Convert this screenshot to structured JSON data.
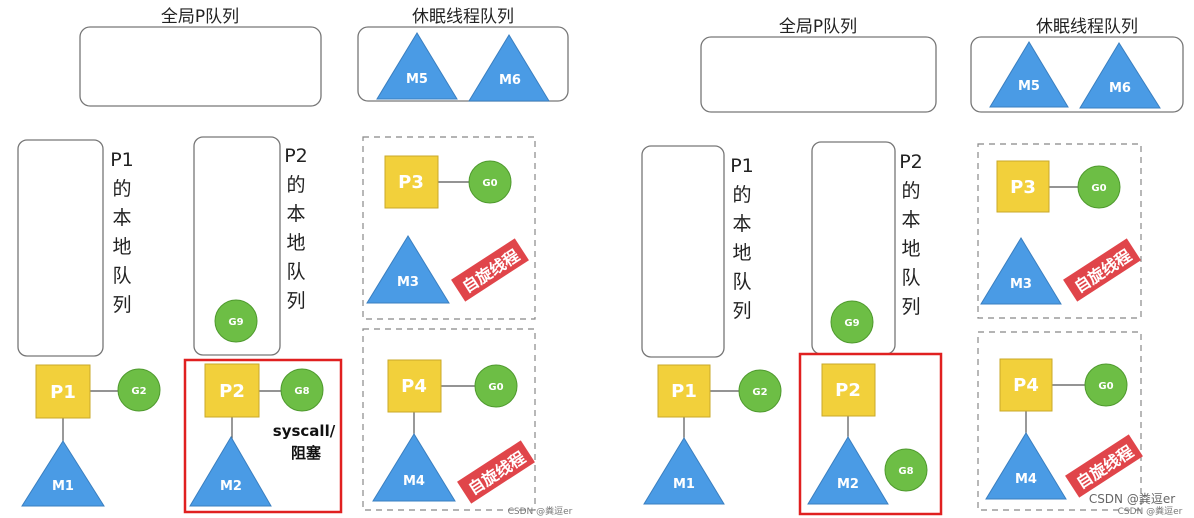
{
  "colors": {
    "p_fill": "#F2D03B",
    "g_fill": "#6DBE45",
    "m_fill": "#4A9BE5",
    "highlight_border": "#E02020",
    "spin_badge": "#E0454A",
    "queue_border": "#888888"
  },
  "left": {
    "global_queue_title": "全局P队列",
    "sleep_queue_title": "休眠线程队列",
    "sleep_threads": [
      "M5",
      "M6"
    ],
    "p1": {
      "name": "P1",
      "g": "G2",
      "m": "M1",
      "local_queue_label": [
        "P1",
        "的",
        "本",
        "地",
        "队",
        "列"
      ]
    },
    "p2": {
      "name": "P2",
      "g": "G8",
      "m": "M2",
      "queue_g": "G9",
      "local_queue_label": [
        "P2",
        "的",
        "本",
        "地",
        "队",
        "列"
      ],
      "note_line1": "syscall/",
      "note_line2": "阻塞"
    },
    "p3": {
      "name": "P3",
      "g": "G0",
      "m": "M3",
      "badge": "自旋线程"
    },
    "p4": {
      "name": "P4",
      "g": "G0",
      "m": "M4",
      "badge": "自旋线程"
    },
    "watermark": "CSDN @粪逗er"
  },
  "right": {
    "global_queue_title": "全局P队列",
    "sleep_queue_title": "休眠线程队列",
    "sleep_threads": [
      "M5",
      "M6"
    ],
    "p1": {
      "name": "P1",
      "g": "G2",
      "m": "M1",
      "local_queue_label": [
        "P1",
        "的",
        "本",
        "地",
        "队",
        "列"
      ]
    },
    "p2": {
      "name": "P2",
      "g": "G8",
      "m": "M2",
      "queue_g": "G9",
      "local_queue_label": [
        "P2",
        "的",
        "本",
        "地",
        "队",
        "列"
      ]
    },
    "p3": {
      "name": "P3",
      "g": "G0",
      "m": "M3",
      "badge": "自旋线程"
    },
    "p4": {
      "name": "P4",
      "g": "G0",
      "m": "M4",
      "badge": "自旋线程"
    },
    "watermark_large": "CSDN @粪逗er",
    "watermark_small": "CSDN @粪逗er"
  }
}
